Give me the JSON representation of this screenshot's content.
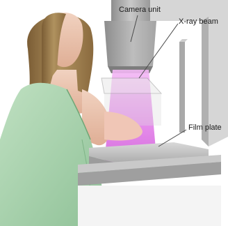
{
  "labels": {
    "camera_unit": "Camera unit",
    "xray_beam": "X-ray beam",
    "film_plate": "Film plate"
  },
  "colors": {
    "background": "#ffffff",
    "gown": "#a9d1ad",
    "skin": "#e9c3ad",
    "hair": "#9a7a4e",
    "machine": "#c4c4c4",
    "beam": "#e27ee8"
  }
}
